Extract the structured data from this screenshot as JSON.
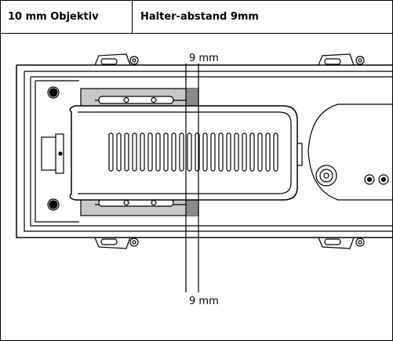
{
  "table": {
    "col1": "10 mm Objektiv",
    "col2": "Halter-abstand 9mm"
  },
  "diagram": {
    "top_dimension_label": "9 mm",
    "bottom_dimension_label": "9 mm",
    "colors": {
      "line": "#000000",
      "bracket_fill": "#c8c8c8",
      "gap_fill": "#8a8a8a",
      "body_fill": "#ffffff"
    }
  }
}
